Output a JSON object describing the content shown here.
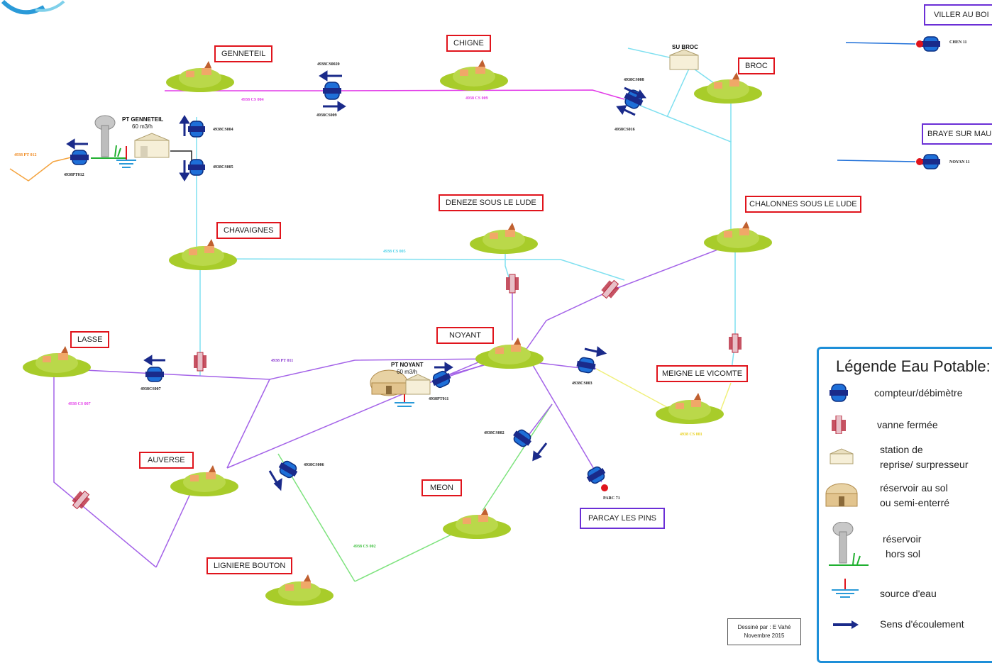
{
  "towns": {
    "genneteil": "GENNETEIL",
    "chigne": "CHIGNE",
    "broc": "BROC",
    "villerAuBois": "VILLER AU BOI",
    "brayeSurMaulne": "BRAYE SUR MAUL",
    "chavaignes": "CHAVAIGNES",
    "denezeSousLeLude": "DENEZE SOUS LE LUDE",
    "chalonnesSousLeLude": "CHALONNES SOUS LE LUDE",
    "lasse": "LASSE",
    "noyant": "NOYANT",
    "meigneLeVicomte": "MEIGNE LE VICOMTE",
    "auverse": "AUVERSE",
    "meon": "MEON",
    "parcayLesPins": "PARCAY LES PINS",
    "ligniereBouton": "LIGNIERE BOUTON"
  },
  "pipes": {
    "cs004": "4938 CS 004",
    "cs009": "4938 CS 009",
    "cs005": "4938 CS 005",
    "cs007": "4938 CS 007",
    "pt011": "4938 PT 011",
    "cs001": "4938 CS 001",
    "cs002": "4938 CS 002",
    "pt012": "4938 PT 012"
  },
  "meters": {
    "cs0020": "4938CS0020",
    "cs0009": "4938CS009",
    "cs0008": "4938CS008",
    "cs0016": "4938CS016",
    "cs0004": "4938CS004",
    "cs0005": "4938CS005",
    "pt012": "4938PT012",
    "cs0007": "4938CS007",
    "pt011": "4938PT011",
    "cs0003": "4938CS003",
    "cs0002": "4938CS002",
    "cs0006": "4938CS006",
    "parc71": "PARC 71",
    "chen11": "CHEN 11",
    "noyan11": "NOYAN 11"
  },
  "plants": {
    "ptGenneteilName": "PT GENNETEIL",
    "ptGenneteilFlow": "60 m3/h",
    "ptNoyantName": "PT NOYANT",
    "ptNoyantFlow": "60 m3/h",
    "suBroc": "SU BROC"
  },
  "legend": {
    "title": "Légende Eau Potable:",
    "items": [
      {
        "label1": "compteur/débimètre",
        "label2": ""
      },
      {
        "label1": "vanne fermée",
        "label2": ""
      },
      {
        "label1": "station de",
        "label2": "reprise/ surpresseur"
      },
      {
        "label1": "réservoir au sol",
        "label2": "ou semi-enterré"
      },
      {
        "label1": "réservoir",
        "label2": "hors sol"
      },
      {
        "label1": "source d'eau",
        "label2": ""
      },
      {
        "label1": "Sens d'écoulement",
        "label2": ""
      }
    ]
  },
  "credit": {
    "line1": "Dessiné par : E Vahé",
    "line2": "Novembre 2015"
  },
  "colors": {
    "magenta": "#e23be8",
    "cyan": "#7fe0f0",
    "purple": "#a463e8",
    "green": "#7ee37e",
    "yellow": "#f0f07a",
    "orange": "#f4a440",
    "blue": "#1e6fd8",
    "navy": "#1a2a8a",
    "townBorder": "#e0141c",
    "purpleBorder": "#6b2fd6"
  }
}
